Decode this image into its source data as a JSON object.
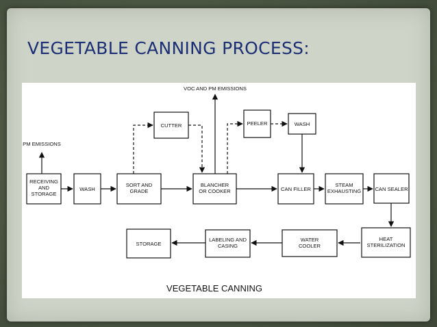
{
  "slide": {
    "title": "VEGETABLE CANNING PROCESS:"
  },
  "diagram": {
    "caption": "VEGETABLE CANNING",
    "emissions": {
      "voc_pm": "VOC AND PM EMISSIONS",
      "pm": "PM EMISSIONS"
    },
    "steps": {
      "receiving": [
        "RECEIVING",
        "AND",
        "STORAGE"
      ],
      "wash1": [
        "WASH"
      ],
      "sort": [
        "SORT AND",
        "GRADE"
      ],
      "cutter": [
        "CUTTER"
      ],
      "blancher": [
        "BLANCHER",
        "OR COOKER"
      ],
      "peeler": [
        "PEELER"
      ],
      "wash2": [
        "WASH"
      ],
      "canfiller": [
        "CAN FILLER"
      ],
      "steam": [
        "STEAM",
        "EXHAUSTING"
      ],
      "cansealer": [
        "CAN SEALER"
      ],
      "heat": [
        "HEAT",
        "STERILIZATION"
      ],
      "cooler": [
        "WATER",
        "COOLER"
      ],
      "labeling": [
        "LABELING AND",
        "CASING"
      ],
      "storage": [
        "STORAGE"
      ]
    }
  }
}
